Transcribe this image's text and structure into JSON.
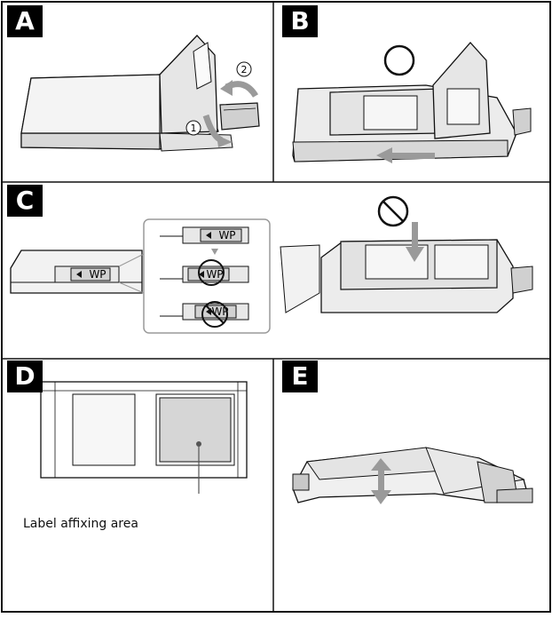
{
  "panels": {
    "a": {
      "letter": "A",
      "step1": "1",
      "step2": "2"
    },
    "b": {
      "letter": "B"
    },
    "c": {
      "letter": "C",
      "wp_main": "WP",
      "wp_states": [
        "WP",
        "WP",
        "WP"
      ]
    },
    "d": {
      "letter": "D",
      "label_caption": "Label affixing area"
    },
    "e": {
      "letter": "E"
    }
  },
  "colors": {
    "line": "#111111",
    "gray": "#9a9a9a",
    "light": "#eeeeee",
    "mid": "#d6d6d6",
    "dark": "#333333"
  }
}
